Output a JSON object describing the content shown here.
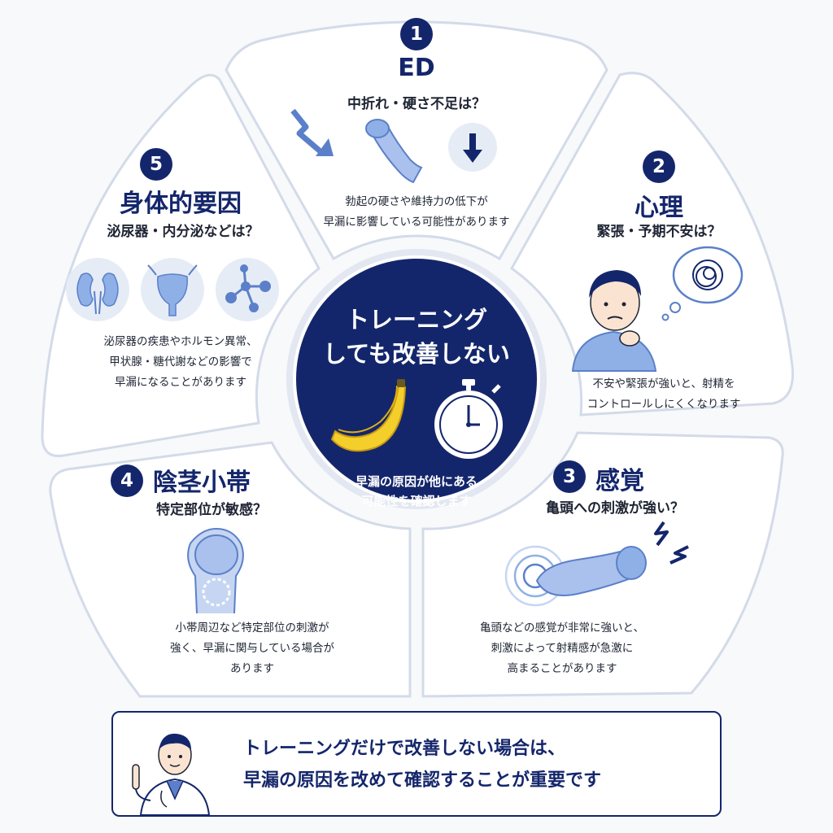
{
  "segments": [
    {
      "number": "1",
      "title": "ED",
      "subtitle": "中折れ・硬さ不足は？",
      "description": [
        "勃起の硬さや維持力の低下が",
        "早漏に影響している可能性があります"
      ],
      "icons": [
        "zigzag-arrow-icon",
        "penis-illustration",
        "down-arrow-icon"
      ]
    },
    {
      "number": "2",
      "title": "心理",
      "subtitle": "緊張・予期不安は？",
      "description": [
        "不安や緊張が強いと、射精を",
        "コントロールしにくくなります"
      ],
      "icons": [
        "worried-man-illustration",
        "thought-bubble-icon"
      ]
    },
    {
      "number": "3",
      "title": "感覚",
      "subtitle": "亀頭への刺激が強い？",
      "description": [
        "亀頭などの感覚が非常に強いと、",
        "刺激によって射精感が急激に",
        "高まることがあります"
      ],
      "icons": [
        "penis-illustration",
        "vibration-icon",
        "lightning-icon"
      ]
    },
    {
      "number": "4",
      "title": "陰茎小帯",
      "subtitle": "特定部位が敏感？",
      "description": [
        "小帯周辺など特定部位の刺激が",
        "強く、早漏に関与している場合が",
        "あります"
      ],
      "icons": [
        "glans-frenulum-illustration"
      ]
    },
    {
      "number": "5",
      "title": "身体的要因",
      "subtitle": "泌尿器・内分泌などは？",
      "description": [
        "泌尿器の疾患やホルモン異常、",
        "甲状腺・糖代謝などの影響で",
        "早漏になることがあります"
      ],
      "icons": [
        "kidney-icon",
        "bladder-icon",
        "molecule-icon"
      ]
    }
  ],
  "center": {
    "title": [
      "トレーニング",
      "しても改善しない"
    ],
    "description": [
      "早漏の原因が他にある",
      "可能性を確認します"
    ],
    "icons": [
      "banana-icon",
      "stopwatch-icon"
    ]
  },
  "bottom": {
    "text": [
      "トレーニングだけで改善しない場合は、",
      "早漏の原因を改めて確認することが重要です"
    ],
    "icons": [
      "doctor-illustration"
    ]
  },
  "colors": {
    "navy": "#14266b",
    "blue": "#5b80c9",
    "light_blue": "#a9c1ec",
    "border": "#d3dbe9",
    "banana": "#f4cf2c"
  }
}
